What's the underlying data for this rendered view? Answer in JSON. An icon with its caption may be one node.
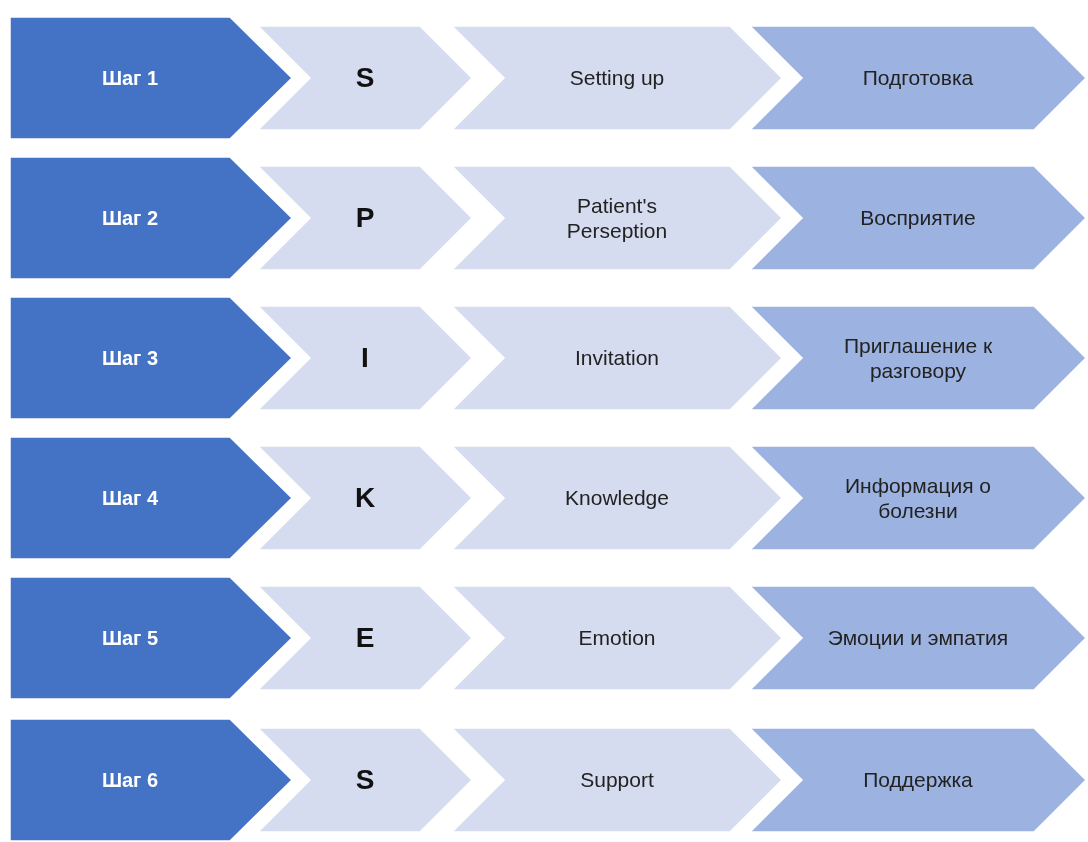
{
  "diagram": {
    "nodes": [
      {
        "text": [
          "Шаг 1"
        ]
      },
      {
        "text": [
          "S"
        ]
      },
      {
        "text": [
          "Setting up"
        ]
      },
      {
        "text": [
          "Подготовка"
        ]
      },
      {
        "text": [
          "Шаг 2"
        ]
      },
      {
        "text": [
          "P"
        ]
      },
      {
        "text": [
          "Patient's Perseption"
        ]
      },
      {
        "text": [
          "Восприятие"
        ]
      },
      {
        "text": [
          "Шаг 3"
        ]
      },
      {
        "text": [
          "I"
        ]
      },
      {
        "text": [
          "Invitation"
        ]
      },
      {
        "text": [
          "Приглашение к разговору"
        ]
      },
      {
        "text": [
          "Шаг 4"
        ]
      },
      {
        "text": [
          "K"
        ]
      },
      {
        "text": [
          "Knowledge"
        ]
      },
      {
        "text": [
          "Информация о болезни"
        ]
      },
      {
        "text": [
          "Шаг 5"
        ]
      },
      {
        "text": [
          "E"
        ]
      },
      {
        "text": [
          "Emotion"
        ]
      },
      {
        "text": [
          "Эмоции и эмпатия"
        ]
      },
      {
        "text": [
          "Шаг 6"
        ]
      },
      {
        "text": [
          "S"
        ]
      },
      {
        "text": [
          "Support"
        ]
      },
      {
        "text": [
          "Поддержка"
        ]
      }
    ]
  }
}
